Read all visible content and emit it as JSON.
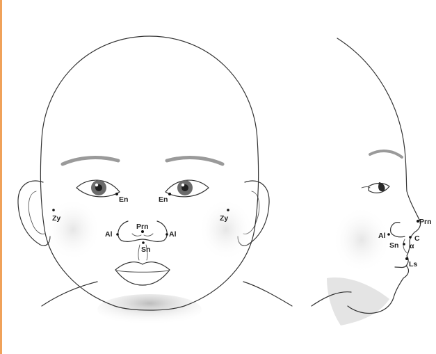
{
  "frontal_view": {
    "landmarks": {
      "en_left": "En",
      "en_right": "En",
      "zy_left": "Zy",
      "zy_right": "Zy",
      "prn": "Prn",
      "al_left": "Al",
      "al_right": "Al",
      "sn": "Sn"
    }
  },
  "profile_view": {
    "landmarks": {
      "prn": "Prn",
      "al": "Al",
      "c": "C",
      "sn": "Sn",
      "alpha": "α",
      "ls": "Ls"
    }
  },
  "colors": {
    "accent_bar": "#f0a25a",
    "skin_shadow": "#d6d6d6",
    "line": "#333333"
  }
}
